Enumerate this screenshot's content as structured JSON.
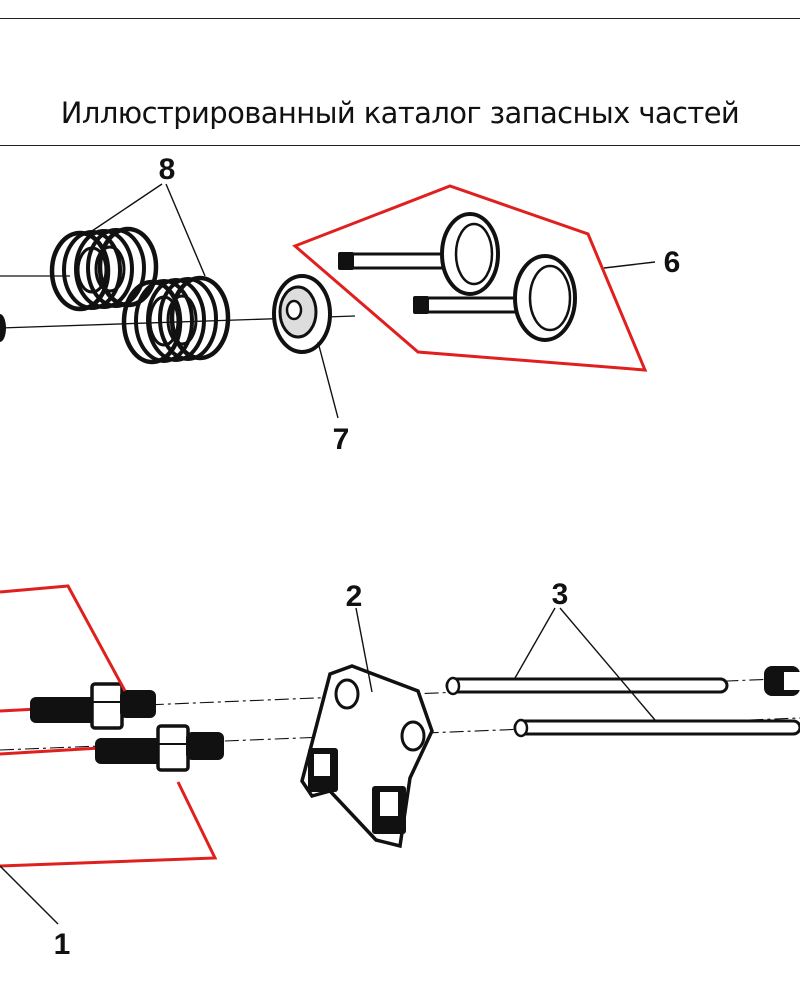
{
  "header": {
    "title": "Иллюстрированный каталог запасных частей"
  },
  "callouts": {
    "n1": "1",
    "n2": "2",
    "n3": "3",
    "n6": "6",
    "n7": "7",
    "n8": "8"
  },
  "colors": {
    "highlight": "#e0201e",
    "ink": "#111111"
  }
}
